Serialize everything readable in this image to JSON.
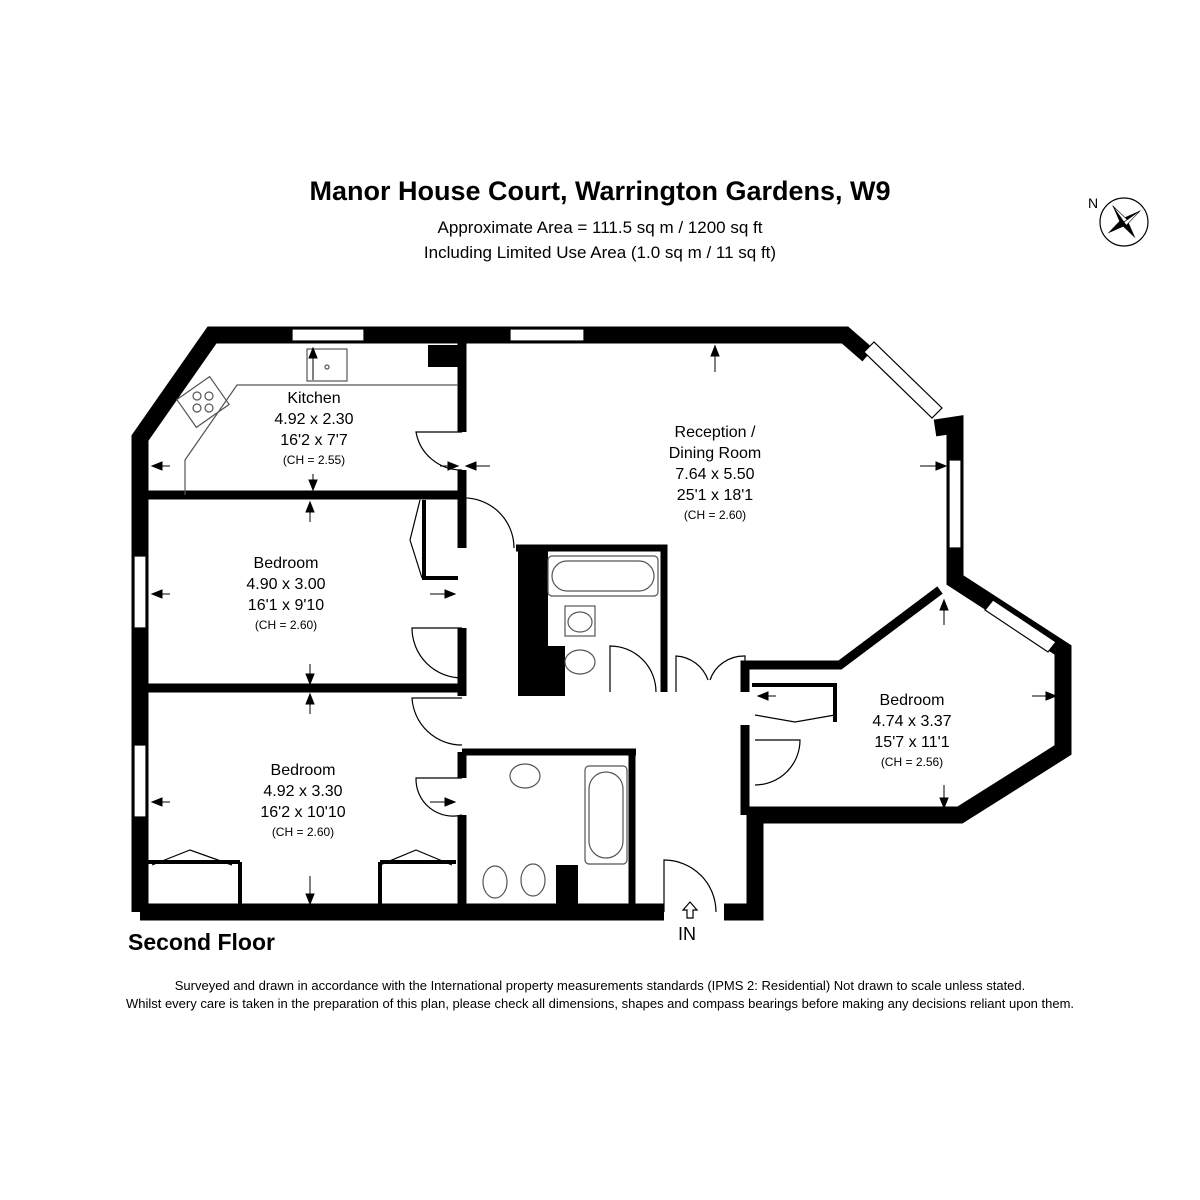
{
  "header": {
    "title": "Manor House Court, Warrington Gardens, W9",
    "area_line1": "Approximate Area = 111.5 sq m / 1200 sq ft",
    "area_line2": "Including Limited Use Area (1.0 sq m / 11 sq ft)"
  },
  "compass": {
    "label": "N",
    "icon": "compass-rose-icon"
  },
  "rooms": [
    {
      "name": "Kitchen",
      "metric": "4.92 x 2.30",
      "imperial": "16'2 x 7'7",
      "ceiling": "(CH = 2.55)"
    },
    {
      "name": "Reception /",
      "name2": "Dining Room",
      "metric": "7.64 x 5.50",
      "imperial": "25'1 x 18'1",
      "ceiling": "(CH = 2.60)"
    },
    {
      "name": "Bedroom",
      "metric": "4.90 x 3.00",
      "imperial": "16'1 x 9'10",
      "ceiling": "(CH = 2.60)"
    },
    {
      "name": "Bedroom",
      "metric": "4.92 x 3.30",
      "imperial": "16'2 x 10'10",
      "ceiling": "(CH = 2.60)"
    },
    {
      "name": "Bedroom",
      "metric": "4.74 x 3.37",
      "imperial": "15'7 x 11'1",
      "ceiling": "(CH = 2.56)"
    }
  ],
  "floor_label": "Second Floor",
  "entrance_label": "IN",
  "footer": {
    "line1": "Surveyed and drawn in accordance with the International property measurements standards (IPMS 2: Residential) Not drawn to scale unless stated.",
    "line2": "Whilst every care is taken in the preparation of this plan, please check all dimensions, shapes and compass bearings before making any decisions reliant upon them."
  },
  "colors": {
    "wall": "#000000",
    "background": "#ffffff",
    "fixture": "#555555"
  }
}
